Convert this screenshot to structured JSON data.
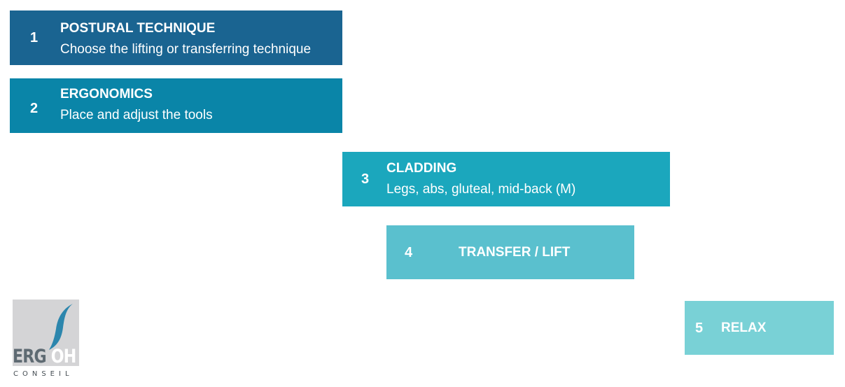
{
  "steps": [
    {
      "number": "1",
      "title": "POSTURAL TECHNIQUE",
      "description": "Choose the lifting or transferring technique",
      "color": "#1a6491"
    },
    {
      "number": "2",
      "title": "ERGONOMICS",
      "description": "Place and adjust the tools",
      "color": "#0a85a8"
    },
    {
      "number": "3",
      "title": "CLADDING",
      "description": "Legs, abs, gluteal, mid-back (M)",
      "color": "#1ba7bd"
    },
    {
      "number": "4",
      "title": "TRANSFER / LIFT",
      "color": "#5ac0ce"
    },
    {
      "number": "5",
      "title": "RELAX",
      "color": "#79d1d6"
    }
  ],
  "logo": {
    "word_part1": "ERG",
    "word_part2": "OH",
    "subtitle": "CONSEIL"
  }
}
